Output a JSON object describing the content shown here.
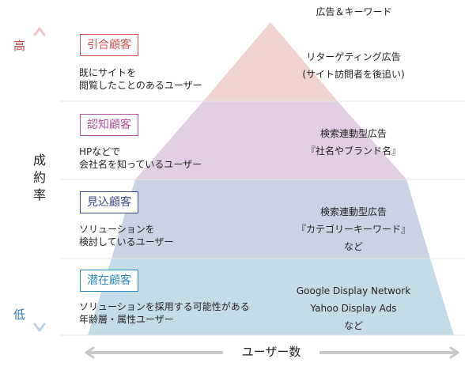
{
  "header": {
    "ad_column_title": "広告＆キーワード"
  },
  "y_axis": {
    "high": "高",
    "low": "低",
    "title_chars": [
      "成",
      "約",
      "率"
    ]
  },
  "x_axis": {
    "title": "ユーザー数"
  },
  "levels": [
    {
      "badge": "引合顧客",
      "color": "#d9534f",
      "desc": [
        "既にサイトを",
        "閲覧したことのあるユーザー"
      ],
      "ads": [
        "リターゲティング広告",
        "(サイト訪問者を後追い)"
      ]
    },
    {
      "badge": "認知顧客",
      "color": "#b5509a",
      "desc": [
        "HPなどで",
        "会社名を知っているユーザー"
      ],
      "ads": [
        "検索連動型広告",
        "『社名やブランド名』"
      ]
    },
    {
      "badge": "見込顧客",
      "color": "#3f4b8f",
      "desc": [
        "ソリューションを",
        "検討しているユーザー"
      ],
      "ads": [
        "検索連動型広告",
        "『カテゴリーキーワード』",
        "など"
      ]
    },
    {
      "badge": "潜在顧客",
      "color": "#2e8bc0",
      "desc": [
        "ソリューションを採用する可能性がある",
        "年齢層・属性ユーザー"
      ],
      "ads": [
        "Google Display Network",
        "Yahoo Display Ads",
        "など"
      ]
    }
  ]
}
